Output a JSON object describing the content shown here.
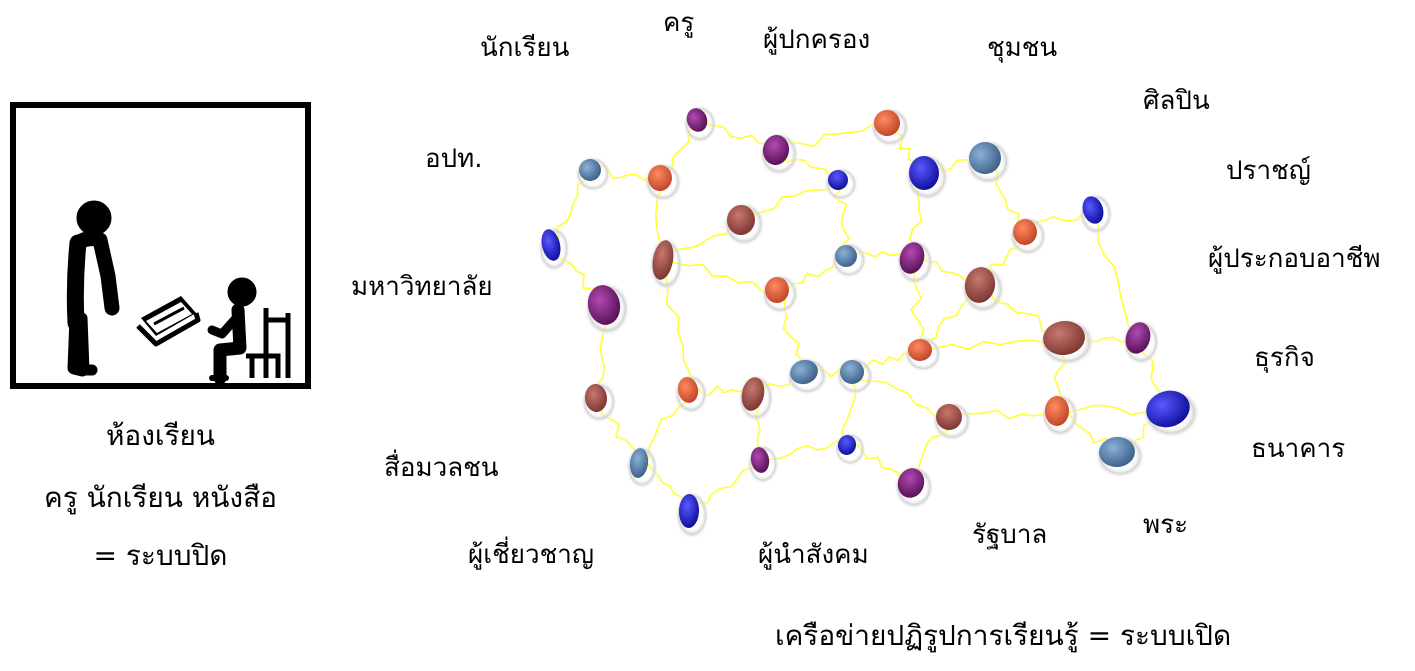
{
  "classroom": {
    "caption_line1": "ห้องเรียน",
    "caption_line2": "ครู นักเรียน หนังสือ",
    "caption_line3": "= ระบบปิด"
  },
  "network": {
    "labels": {
      "students": "นักเรียน",
      "teacher": "ครู",
      "parents": "ผู้ปกครอง",
      "community": "ชุมชน",
      "artist": "ศิลปิน",
      "local_admin": "อปท.",
      "sage": "ปราชญ์",
      "entrepreneur": "ผู้ประกอบอาชีพ",
      "university": "มหาวิทยาลัย",
      "business": "ธุรกิจ",
      "mass_media": "สื่อมวลชน",
      "bank": "ธนาคาร",
      "monk": "พระ",
      "government": "รัฐบาล",
      "expert": "ผู้เชี่ยวชาญ",
      "social_leader": "ผู้นำสังคม"
    },
    "caption": "เครือข่ายปฏิรูปการเรียนรู้ = ระบบเปิด"
  },
  "colors": {
    "link": "#ffff33",
    "node_purple": "#7a1f7a",
    "node_orange": "#e0603a",
    "node_blue": "#2020c8",
    "node_steel": "#5a7ea8",
    "node_brown": "#a0504a"
  }
}
